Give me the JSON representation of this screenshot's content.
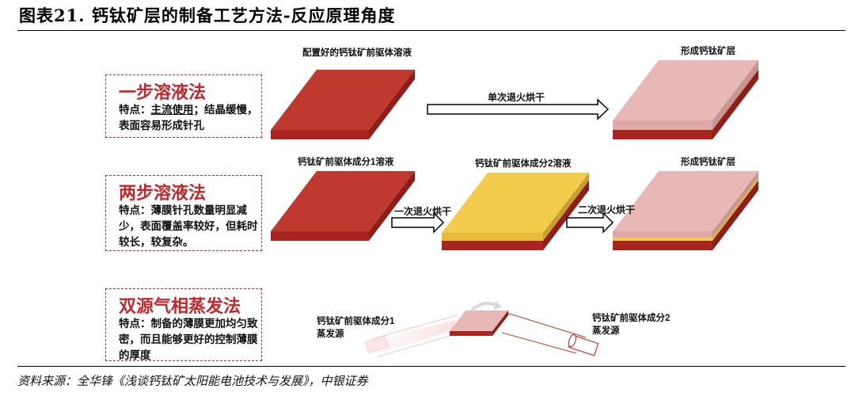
{
  "title": "图表21. 钙钛矿层的制备工艺方法-反应原理角度",
  "methods": [
    {
      "name": "一步溶液法",
      "desc_prefix": "特点：",
      "desc_highlight": "主流使用",
      "desc_rest": "；结晶缓慢，表面容易形成针孔",
      "labels": {
        "input": "配置好的钙钛矿前驱体溶液",
        "step": "单次退火烘干",
        "output": "形成钙钛矿层"
      }
    },
    {
      "name": "两步溶液法",
      "desc": "特点：薄膜针孔数量明显减少，表面覆盖率较好，但耗时较长，较复杂。",
      "labels": {
        "input1": "钙钛矿前驱体成分1溶液",
        "input2": "钙钛矿前驱体成分2溶液",
        "step1": "一次退火烘干",
        "step2": "二次退火烘干",
        "output": "形成钙钛矿层"
      }
    },
    {
      "name": "双源气相蒸发法",
      "desc": "特点：制备的薄膜更加均匀致密，而且能够更好的控制薄膜的厚度",
      "labels": {
        "source1_line1": "钙钛矿前驱体成分1",
        "source1_line2": "蒸发源",
        "source2_line1": "钙钛矿前驱体成分2",
        "source2_line2": "蒸发源"
      }
    }
  ],
  "source": "资料来源：全华锋《浅谈钙钛矿太阳能电池技术与发展》，中银证券",
  "colors": {
    "red_top": "#c0392f",
    "red_side": "#8f1d18",
    "red_front": "#a8261f",
    "pink_top": "#e7b8b6",
    "pink_side": "#c99593",
    "yellow_top": "#f3cb4d",
    "title_red": "#c0282a"
  }
}
